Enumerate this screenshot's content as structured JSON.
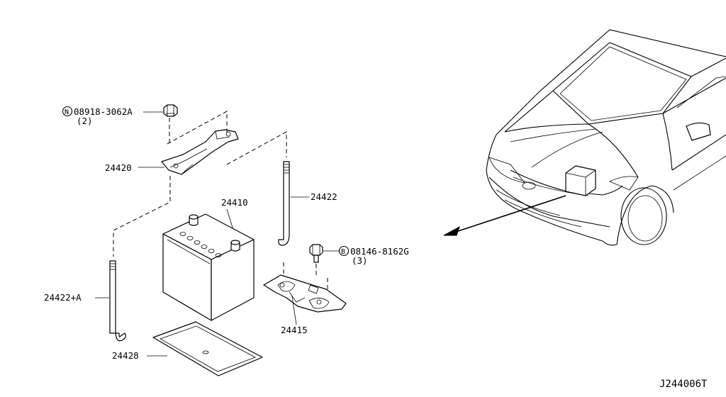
{
  "parts": {
    "nut": {
      "code_symbol": "N",
      "part_no": "08918-3062A",
      "qty": "(2)"
    },
    "bracket": {
      "part_no": "24420"
    },
    "rod_right": {
      "part_no": "24422"
    },
    "battery": {
      "part_no": "24410"
    },
    "bolt": {
      "code_symbol": "B",
      "part_no": "08146-8162G",
      "qty": "(3)"
    },
    "rod_left": {
      "part_no": "24422+A"
    },
    "battery_tray": {
      "part_no": "24415"
    },
    "battery_cover": {
      "part_no": "24428"
    }
  },
  "diagram_id": "J244006T"
}
